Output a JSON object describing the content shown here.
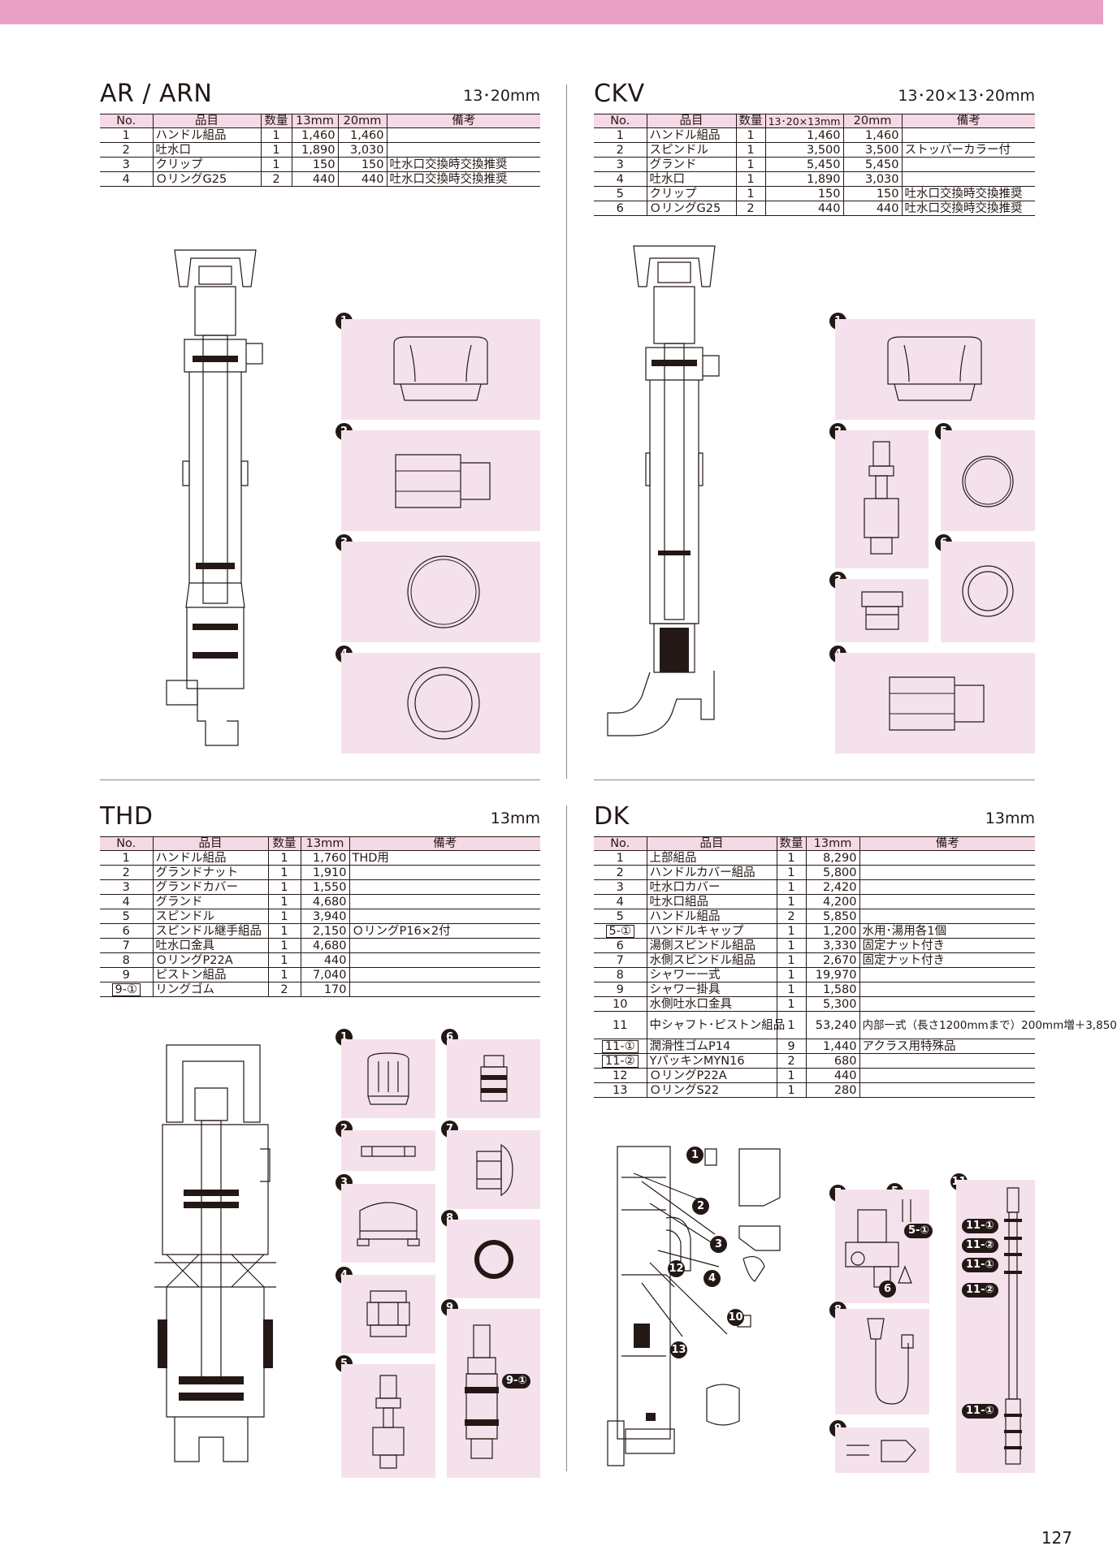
{
  "sections": {
    "ar": {
      "title": "AR / ARN",
      "size": "13･20mm",
      "headers": [
        "No.",
        "品目",
        "数量",
        "13mm",
        "20mm",
        "備考"
      ],
      "rows": [
        [
          "1",
          "ハンドル組品",
          "1",
          "1,460",
          "1,460",
          ""
        ],
        [
          "2",
          "吐水口",
          "1",
          "1,890",
          "3,030",
          ""
        ],
        [
          "3",
          "クリップ",
          "1",
          "150",
          "150",
          "吐水口交換時交換推奨"
        ],
        [
          "4",
          "ＯリングG25",
          "2",
          "440",
          "440",
          "吐水口交換時交換推奨"
        ]
      ],
      "callouts": [
        "1",
        "2",
        "3",
        "4"
      ]
    },
    "ckv": {
      "title": "CKV",
      "size": "13･20×13･20mm",
      "headers": [
        "No.",
        "品目",
        "数量",
        "13･20×13mm",
        "20mm",
        "備考"
      ],
      "rows": [
        [
          "1",
          "ハンドル組品",
          "1",
          "1,460",
          "1,460",
          ""
        ],
        [
          "2",
          "スピンドル",
          "1",
          "3,500",
          "3,500",
          "ストッパーカラー付"
        ],
        [
          "3",
          "グランド",
          "1",
          "5,450",
          "5,450",
          ""
        ],
        [
          "4",
          "吐水口",
          "1",
          "1,890",
          "3,030",
          ""
        ],
        [
          "5",
          "クリップ",
          "1",
          "150",
          "150",
          "吐水口交換時交換推奨"
        ],
        [
          "6",
          "ＯリングG25",
          "2",
          "440",
          "440",
          "吐水口交換時交換推奨"
        ]
      ],
      "callouts": [
        "1",
        "2",
        "3",
        "4",
        "5",
        "6"
      ]
    },
    "thd": {
      "title": "THD",
      "size": "13mm",
      "headers": [
        "No.",
        "品目",
        "数量",
        "13mm",
        "備考"
      ],
      "rows": [
        [
          "1",
          "ハンドル組品",
          "1",
          "1,760",
          "THD用"
        ],
        [
          "2",
          "グランドナット",
          "1",
          "1,910",
          ""
        ],
        [
          "3",
          "グランドカバー",
          "1",
          "1,550",
          ""
        ],
        [
          "4",
          "グランド",
          "1",
          "4,680",
          ""
        ],
        [
          "5",
          "スピンドル",
          "1",
          "3,940",
          ""
        ],
        [
          "6",
          "スピンドル継手組品",
          "1",
          "2,150",
          "ＯリングP16×2付"
        ],
        [
          "7",
          "吐水口金具",
          "1",
          "4,680",
          ""
        ],
        [
          "8",
          "ＯリングP22A",
          "1",
          "440",
          ""
        ],
        [
          "9",
          "ピストン組品",
          "1",
          "7,040",
          ""
        ],
        [
          "9-①",
          "リングゴム",
          "2",
          "170",
          ""
        ]
      ],
      "callouts": [
        "1",
        "2",
        "3",
        "4",
        "5",
        "6",
        "7",
        "8",
        "9"
      ],
      "sub_callouts": [
        "9-①"
      ]
    },
    "dk": {
      "title": "DK",
      "size": "13mm",
      "headers": [
        "No.",
        "品目",
        "数量",
        "13mm",
        "備考"
      ],
      "rows": [
        [
          "1",
          "上部組品",
          "1",
          "8,290",
          ""
        ],
        [
          "2",
          "ハンドルカバー組品",
          "1",
          "5,800",
          ""
        ],
        [
          "3",
          "吐水口カバー",
          "1",
          "2,420",
          ""
        ],
        [
          "4",
          "吐水口組品",
          "1",
          "4,200",
          ""
        ],
        [
          "5",
          "ハンドル組品",
          "2",
          "5,850",
          ""
        ],
        [
          "5-①",
          "ハンドルキャップ",
          "1",
          "1,200",
          "水用･湯用各1個"
        ],
        [
          "6",
          "湯側スピンドル組品",
          "1",
          "3,330",
          "固定ナット付き"
        ],
        [
          "7",
          "水側スピンドル組品",
          "1",
          "2,670",
          "固定ナット付き"
        ],
        [
          "8",
          "シャワー一式",
          "1",
          "19,970",
          ""
        ],
        [
          "9",
          "シャワー掛具",
          "1",
          "1,580",
          ""
        ],
        [
          "10",
          "水側吐水口金具",
          "1",
          "5,300",
          ""
        ],
        [
          "11",
          "中シャフト･ピストン組品",
          "1",
          "53,240",
          "内部一式（長さ1200mmまで）200mm増＋3,850"
        ],
        [
          "11-①",
          "潤滑性ゴムP14",
          "9",
          "1,440",
          "アクラス用特殊品"
        ],
        [
          "11-②",
          "YパッキンMYN16",
          "2",
          "680",
          ""
        ],
        [
          "12",
          "ＯリングP22A",
          "1",
          "440",
          ""
        ],
        [
          "13",
          "ＯリングS22",
          "1",
          "280",
          ""
        ]
      ],
      "callouts": [
        "1",
        "2",
        "3",
        "4",
        "5",
        "6",
        "7",
        "8",
        "9",
        "10",
        "11",
        "12",
        "13"
      ],
      "sub_callouts": [
        "5-①",
        "11-①",
        "11-②",
        "11-①",
        "11-②",
        "11-①"
      ]
    }
  },
  "page_number": "127",
  "colors": {
    "accent_bar": "#e8a1c4",
    "panel": "#f5e1ec",
    "header_row": "#f5d9e6"
  }
}
